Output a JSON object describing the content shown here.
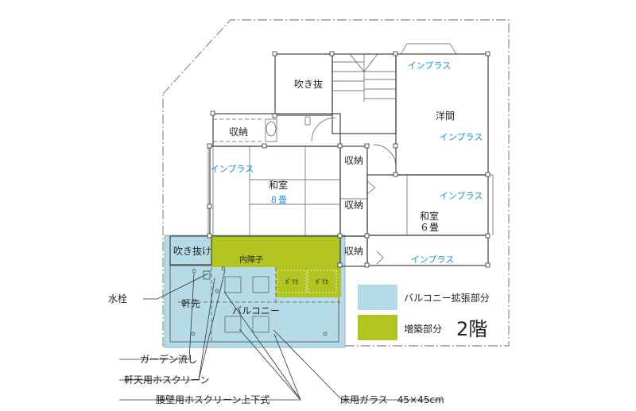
{
  "floor_label": "2階",
  "rooms": {
    "fukinuke_top": "吹き抜",
    "youma": "洋間",
    "shuno_toilet": "収納",
    "shuno_1": "収納",
    "shuno_2": "収納",
    "shuno_3": "収納",
    "washitsu_main": "和室",
    "washitsu_main_size": "８畳",
    "washitsu_side": "和室",
    "washitsu_side_size": "６畳",
    "fukinuke_lower": "吹き抜け",
    "nokisaki": "軒先",
    "balcony": "バルコニー",
    "uchi_shoji": "内障子"
  },
  "window_notes": [
    "インプラス",
    "インプラス",
    "インプラス",
    "インプラス",
    "インプラス"
  ],
  "glass_marks": [
    "ﾎﾟﾘｶ",
    "ﾎﾟﾘｶ"
  ],
  "legend": {
    "balcony_ext": {
      "label": "バルコニー拡張部分",
      "color": "#b5dce6"
    },
    "extension": {
      "label": "増築部分",
      "color": "#b2c422"
    }
  },
  "callouts": {
    "water_tap": "水栓",
    "garden_sink": "ガーデン流し",
    "eave_hose": "軒天用ホスクリーン",
    "wall_hose": "腰壁用ホスクリーン上下式",
    "floor_glass": "床用ガラス　45×45cm"
  }
}
